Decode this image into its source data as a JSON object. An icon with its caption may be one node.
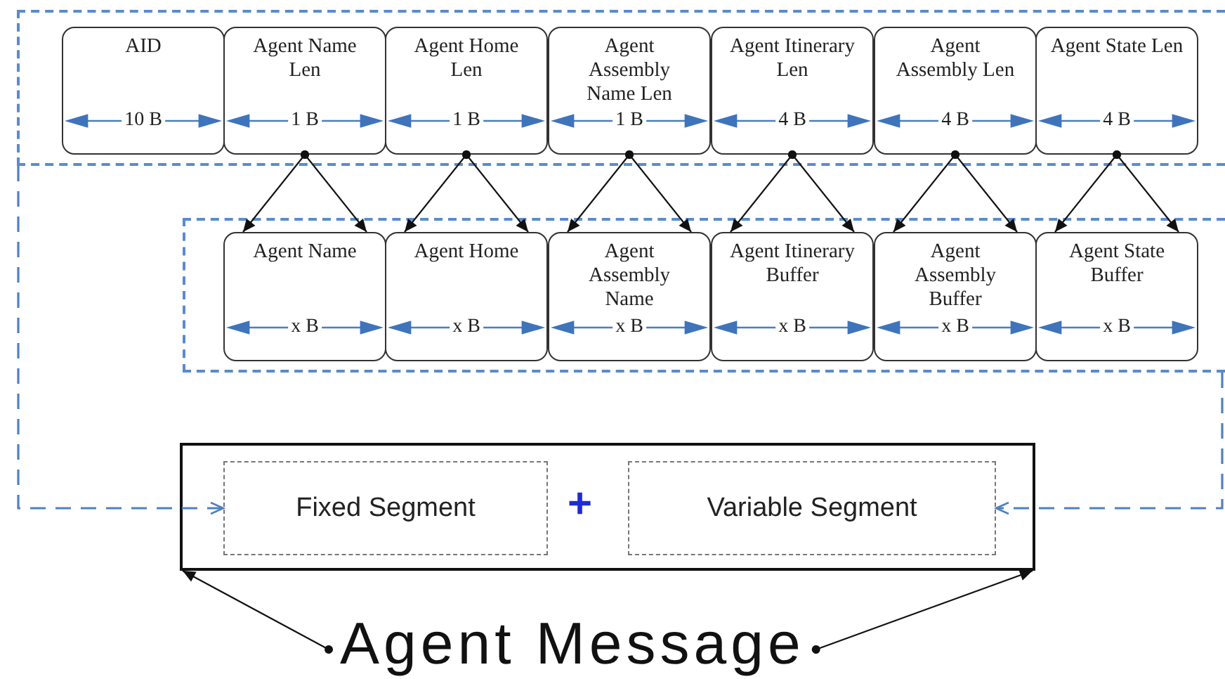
{
  "diagram": {
    "nodes": [
      {
        "text": [],
        "shape": "box"
      },
      {
        "text": [
          "AID",
          "10 B"
        ],
        "in": 0
      },
      {
        "text": [
          "Agent Name Len",
          "1 B"
        ],
        "in": 0
      },
      {
        "text": [
          "Agent Home Len",
          "1 B"
        ],
        "in": 0
      },
      {
        "text": [
          "Agent Assembly Name Len",
          "1 B"
        ],
        "in": 0
      },
      {
        "text": [
          "Agent Itinerary Len",
          "4 B"
        ],
        "in": 0
      },
      {
        "text": [
          "Agent Assembly Len",
          "4 B"
        ],
        "in": 0
      },
      {
        "text": [
          "Agent State Len",
          "4 B"
        ],
        "in": 0
      },
      {
        "text": [],
        "shape": "box"
      },
      {
        "text": [
          "Agent Name",
          "x B"
        ],
        "in": 8
      },
      {
        "text": [
          "Agent Home",
          "x B"
        ],
        "in": 8
      },
      {
        "text": [
          "Agent Assembly Name",
          "x B"
        ],
        "in": 8
      },
      {
        "text": [
          "Agent Itinerary Buffer",
          "x B"
        ],
        "in": 8
      },
      {
        "text": [
          "Agent Assembly Buffer",
          "x B"
        ],
        "in": 8
      },
      {
        "text": [
          "Agent State Buffer",
          "x B"
        ],
        "in": 8
      },
      {
        "text": [],
        "shape": "box"
      },
      {
        "text": [
          "Fixed Segment"
        ],
        "in": 15
      },
      {
        "text": [
          "Variable Segment"
        ],
        "in": 15
      },
      {
        "text": [
          "Agent Message"
        ]
      }
    ],
    "edges": [
      {
        "from": 2,
        "to": 9,
        "arrow": "to"
      },
      {
        "from": 2,
        "to": 9,
        "arrow": "to"
      },
      {
        "from": 3,
        "to": 10,
        "arrow": "to"
      },
      {
        "from": 3,
        "to": 10,
        "arrow": "to"
      },
      {
        "from": 4,
        "to": 11,
        "arrow": "to"
      },
      {
        "from": 4,
        "to": 11,
        "arrow": "to"
      },
      {
        "from": 5,
        "to": 12,
        "arrow": "to"
      },
      {
        "from": 5,
        "to": 12,
        "arrow": "to"
      },
      {
        "from": 6,
        "to": 13,
        "arrow": "to"
      },
      {
        "from": 6,
        "to": 13,
        "arrow": "to"
      },
      {
        "from": 7,
        "to": 14,
        "arrow": "to"
      },
      {
        "from": 7,
        "to": 14,
        "arrow": "to"
      },
      {
        "from": 0,
        "to": 16,
        "arrow": "to",
        "style": "dashed",
        "color": "#4f81bd"
      },
      {
        "from": 8,
        "to": 17,
        "arrow": "to",
        "style": "dashed",
        "color": "#4f81bd"
      },
      {
        "from": 18,
        "to": 15,
        "arrow": "to"
      },
      {
        "from": 18,
        "to": 15,
        "arrow": "to"
      }
    ],
    "labels": [
      "+"
    ]
  }
}
